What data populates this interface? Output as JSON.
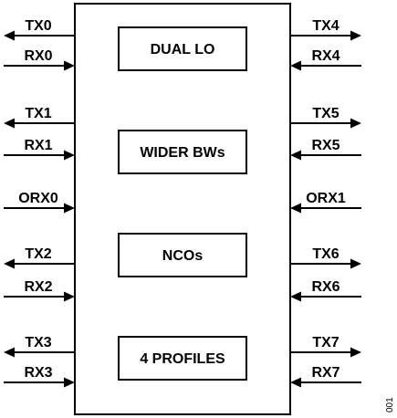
{
  "blocks": [
    "DUAL LO",
    "WIDER BWs",
    "NCOs",
    "4 PROFILES"
  ],
  "left_ports": [
    {
      "label": "TX0",
      "direction": "out"
    },
    {
      "label": "RX0",
      "direction": "in"
    },
    {
      "label": "TX1",
      "direction": "out"
    },
    {
      "label": "RX1",
      "direction": "in"
    },
    {
      "label": "ORX0",
      "direction": "in"
    },
    {
      "label": "TX2",
      "direction": "out"
    },
    {
      "label": "RX2",
      "direction": "in"
    },
    {
      "label": "TX3",
      "direction": "out"
    },
    {
      "label": "RX3",
      "direction": "in"
    }
  ],
  "right_ports": [
    {
      "label": "TX4",
      "direction": "out"
    },
    {
      "label": "RX4",
      "direction": "in"
    },
    {
      "label": "TX5",
      "direction": "out"
    },
    {
      "label": "RX5",
      "direction": "in"
    },
    {
      "label": "ORX1",
      "direction": "in"
    },
    {
      "label": "TX6",
      "direction": "out"
    },
    {
      "label": "RX6",
      "direction": "in"
    },
    {
      "label": "TX7",
      "direction": "out"
    },
    {
      "label": "RX7",
      "direction": "in"
    }
  ],
  "figure_code": "001"
}
